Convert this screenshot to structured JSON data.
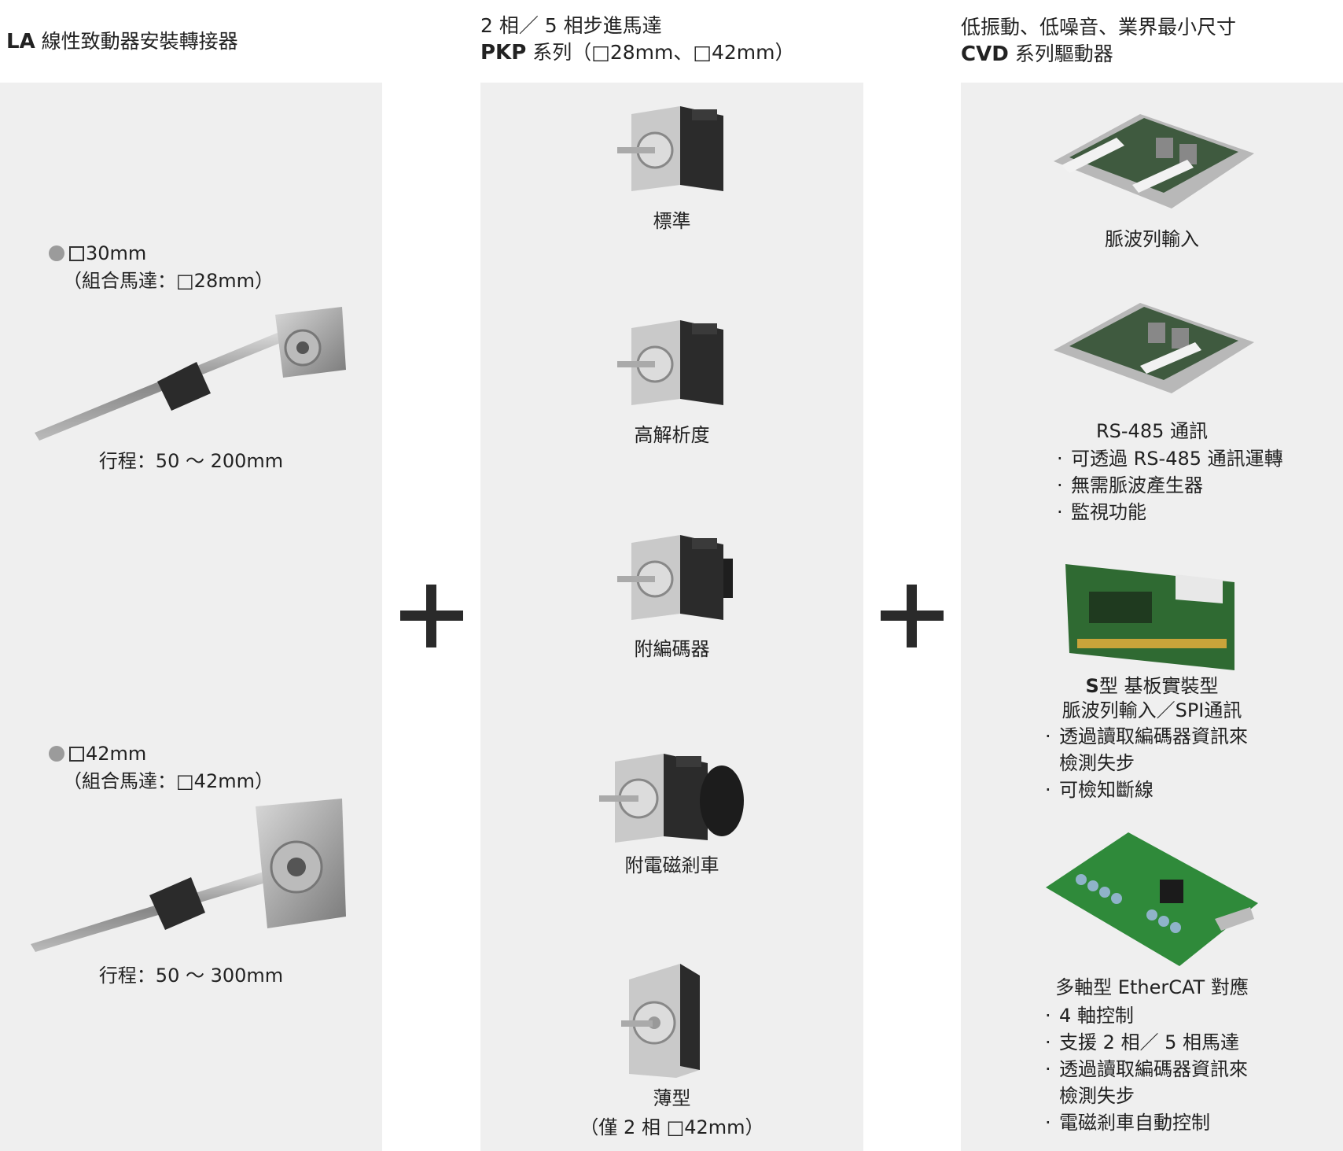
{
  "headers": {
    "left": {
      "bold": "LA",
      "text": " 線性致動器安裝轉接器"
    },
    "middle": {
      "line1": "2 相／ 5 相步進馬達",
      "bold": "PKP",
      "line2": " 系列（□28mm、□42mm）"
    },
    "right": {
      "line1": "低振動、低噪音、業界最小尺寸",
      "bold": "CVD",
      "line2": " 系列驅動器"
    }
  },
  "adapters": [
    {
      "size": "30mm",
      "combo": "（組合馬達：□28mm）",
      "stroke": "行程：50 ～ 200mm"
    },
    {
      "size": "42mm",
      "combo": "（組合馬達：□42mm）",
      "stroke": "行程：50 ～ 300mm"
    }
  ],
  "motors": [
    {
      "label": "標準"
    },
    {
      "label": "高解析度"
    },
    {
      "label": "附編碼器"
    },
    {
      "label": "附電磁剎車"
    },
    {
      "label": "薄型",
      "note": "（僅 2 相 □42mm）"
    }
  ],
  "drivers": [
    {
      "title": "脈波列輸入",
      "bullets": []
    },
    {
      "title": "RS-485 通訊",
      "bullets": [
        "可透過 RS-485 通訊運轉",
        "無需脈波產生器",
        "監視功能"
      ]
    },
    {
      "title_bold": "S",
      "title": "型 基板實裝型",
      "subtitle": "脈波列輸入／SPI通訊",
      "bullets": [
        "透過讀取編碼器資訊來",
        "檢測失步",
        "可檢知斷線"
      ]
    },
    {
      "title": "多軸型 EtherCAT 對應",
      "bullets": [
        "4 軸控制",
        "支援 2 相／ 5 相馬達",
        "透過讀取編碼器資訊來",
        "檢測失步",
        "電磁剎車自動控制"
      ]
    }
  ],
  "icons": [
    "linear-actuator-image",
    "stepper-motor-image",
    "driver-board-image",
    "plus-icon"
  ],
  "colors": {
    "panel": "#efefef",
    "text": "#222222",
    "dot": "#9b9b9b"
  }
}
